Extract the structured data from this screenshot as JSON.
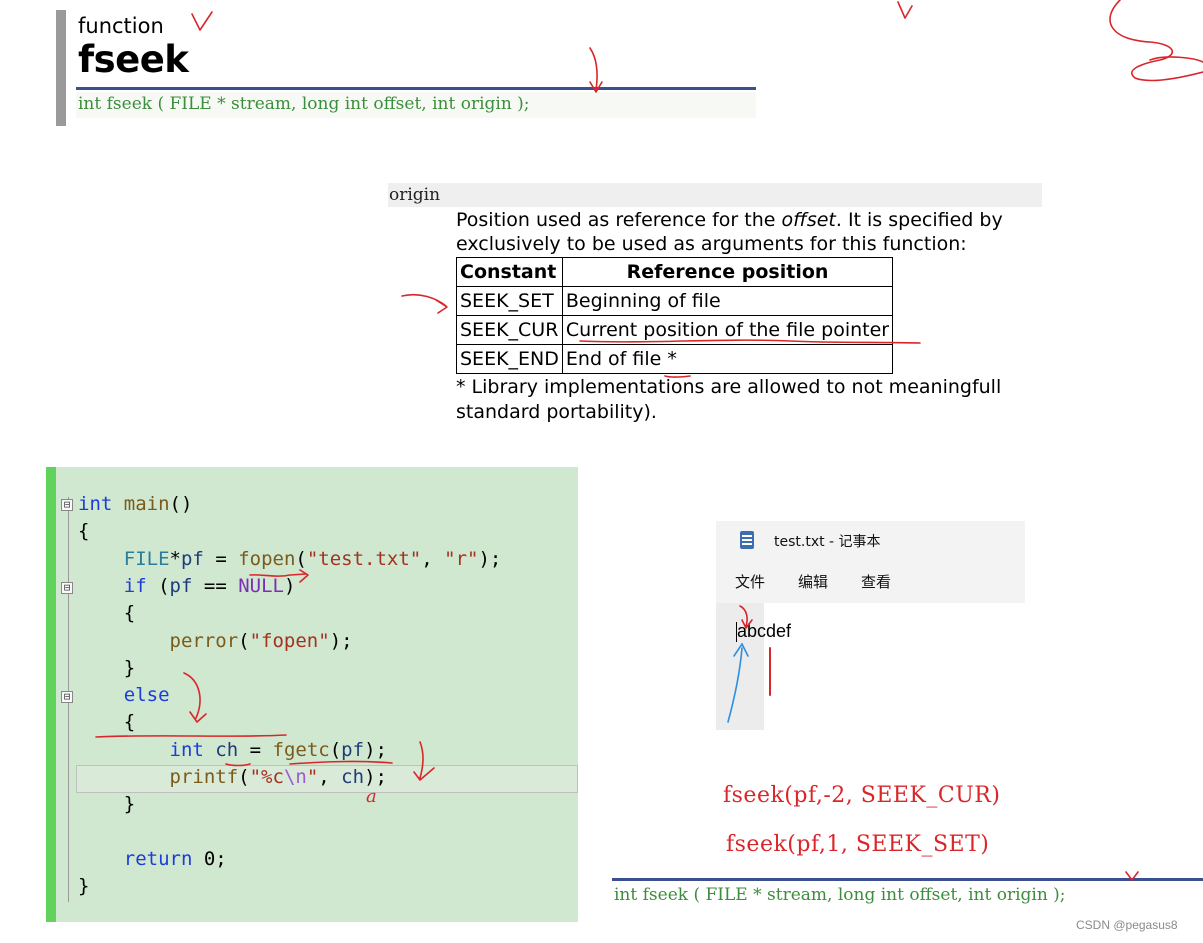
{
  "reference": {
    "kind": "function",
    "name": "fseek",
    "prototype": "int fseek ( FILE * stream, long int offset, int origin );"
  },
  "origin_section": {
    "param_name": "origin",
    "desc_line1_pre": "Position used as reference for the ",
    "desc_line1_em": "offset",
    "desc_line1_post": ". It is specified by",
    "desc_line2": "exclusively to be used as arguments for this function:",
    "table": {
      "headers": [
        "Constant",
        "Reference position"
      ],
      "rows": [
        [
          "SEEK_SET",
          "Beginning of file"
        ],
        [
          "SEEK_CUR",
          "Current position of the file pointer"
        ],
        [
          "SEEK_END",
          "End of file *"
        ]
      ]
    },
    "note_line1": "* Library implementations are allowed to not meaningfull",
    "note_line2": "standard portability)."
  },
  "code": {
    "lines": [
      {
        "parts": [
          [
            "kw",
            "int"
          ],
          [
            "",
            " "
          ],
          [
            "fn",
            "main"
          ],
          [
            "",
            "()"
          ]
        ]
      },
      {
        "parts": [
          [
            "",
            "{"
          ]
        ]
      },
      {
        "parts": [
          [
            "",
            "    "
          ],
          [
            "ty",
            "FILE"
          ],
          [
            "",
            "*"
          ],
          [
            "vr",
            "pf"
          ],
          [
            "",
            " = "
          ],
          [
            "fn",
            "fopen"
          ],
          [
            "",
            "("
          ],
          [
            "st",
            "\"test.txt\""
          ],
          [
            "",
            ", "
          ],
          [
            "st",
            "\"r\""
          ],
          [
            "",
            ");"
          ]
        ]
      },
      {
        "parts": [
          [
            "",
            "    "
          ],
          [
            "kw",
            "if"
          ],
          [
            "",
            " ("
          ],
          [
            "vr",
            "pf"
          ],
          [
            "",
            " == "
          ],
          [
            "mc",
            "NULL"
          ],
          [
            "",
            ")"
          ]
        ]
      },
      {
        "parts": [
          [
            "",
            "    {"
          ]
        ]
      },
      {
        "parts": [
          [
            "",
            "        "
          ],
          [
            "fn",
            "perror"
          ],
          [
            "",
            "("
          ],
          [
            "st",
            "\"fopen\""
          ],
          [
            "",
            ");"
          ]
        ]
      },
      {
        "parts": [
          [
            "",
            "    }"
          ]
        ]
      },
      {
        "parts": [
          [
            "",
            "    "
          ],
          [
            "kw",
            "else"
          ]
        ]
      },
      {
        "parts": [
          [
            "",
            "    {"
          ]
        ]
      },
      {
        "parts": [
          [
            "",
            "        "
          ],
          [
            "kw",
            "int"
          ],
          [
            "",
            " "
          ],
          [
            "vr",
            "ch"
          ],
          [
            "",
            " = "
          ],
          [
            "fn",
            "fgetc"
          ],
          [
            "",
            "("
          ],
          [
            "vr",
            "pf"
          ],
          [
            "",
            ");"
          ]
        ]
      },
      {
        "parts": [
          [
            "",
            "        "
          ],
          [
            "fn",
            "printf"
          ],
          [
            "",
            "("
          ],
          [
            "st",
            "\"%c"
          ],
          [
            "es",
            "\\n"
          ],
          [
            "st",
            "\""
          ],
          [
            "",
            ", "
          ],
          [
            "vr",
            "ch"
          ],
          [
            "",
            ");"
          ]
        ]
      },
      {
        "parts": [
          [
            "",
            "    }"
          ]
        ]
      },
      {
        "parts": [
          [
            "",
            ""
          ]
        ]
      },
      {
        "parts": [
          [
            "",
            "    "
          ],
          [
            "kw",
            "return"
          ],
          [
            "",
            " 0;"
          ]
        ]
      },
      {
        "parts": [
          [
            "",
            "}"
          ]
        ]
      }
    ],
    "fold_markers": [
      "⊟",
      "⊟",
      "⊟"
    ]
  },
  "notepad": {
    "title": "test.txt - 记事本",
    "menu": [
      "文件",
      "编辑",
      "查看"
    ],
    "content": "abcdef"
  },
  "handwritten": {
    "note_a": "a",
    "line1_pre": "fseek(pf,",
    "line1_val": "-2",
    "line1_post": ", SEEK_CUR)",
    "line2_pre": "fseek(pf,",
    "line2_val": "1",
    "line2_post": ", SEEK_SET)"
  },
  "watermark": "CSDN @pegasus8",
  "colors": {
    "rule": "#3b4f91",
    "prototype": "#3b8e3b",
    "editor_bg": "#d0e7d0",
    "editor_accent": "#61d35c",
    "ink_red": "#d9262a",
    "ink_blue": "#2f8fe0"
  }
}
